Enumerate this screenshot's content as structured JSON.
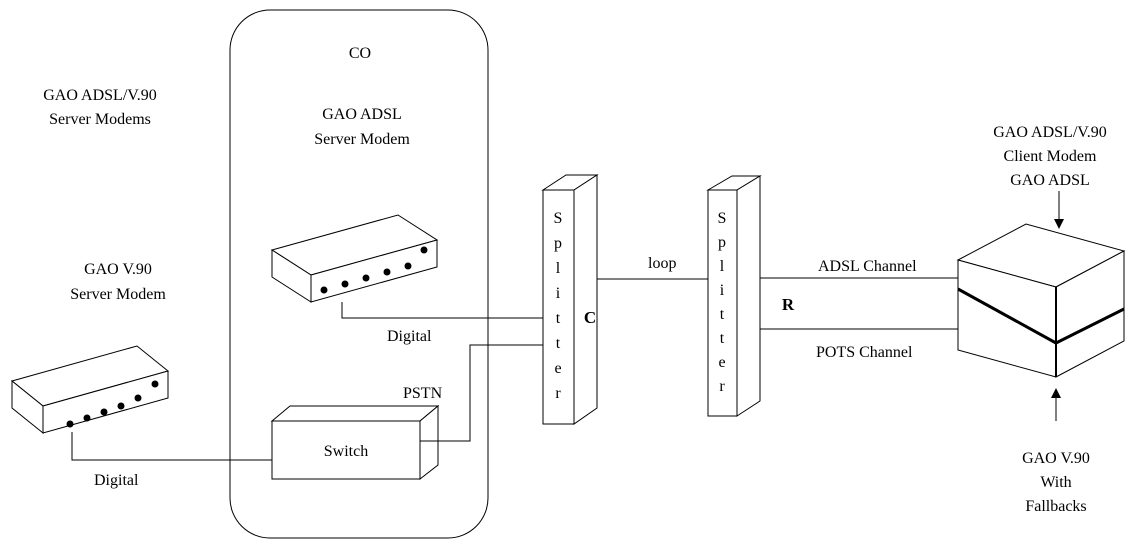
{
  "central_office": {
    "label": "CO",
    "adsl_modem_label": [
      "GAO ADSL",
      "Server Modem"
    ]
  },
  "server_modems_label": [
    "GAO ADSL/V.90",
    "Server Modems"
  ],
  "v90_modem_label": [
    "GAO V.90",
    "Server Modem"
  ],
  "switch_label": "Switch",
  "pstn_label": "PSTN",
  "digital_label_upper": "Digital",
  "digital_label_lower": "Digital",
  "splitter_c": {
    "letters": [
      "S",
      "p",
      "l",
      "i",
      "t",
      "t",
      "e",
      "r"
    ],
    "tag": "C"
  },
  "splitter_r": {
    "letters": [
      "S",
      "p",
      "l",
      "i",
      "t",
      "t",
      "e",
      "r"
    ],
    "tag": "R"
  },
  "loop_label": "loop",
  "adsl_channel_label": "ADSL Channel",
  "pots_channel_label": "POTS Channel",
  "client_modem_label": [
    "GAO ADSL/V.90",
    "Client Modem",
    "GAO ADSL"
  ],
  "fallback_label": [
    "GAO V.90",
    "With",
    "Fallbacks"
  ]
}
